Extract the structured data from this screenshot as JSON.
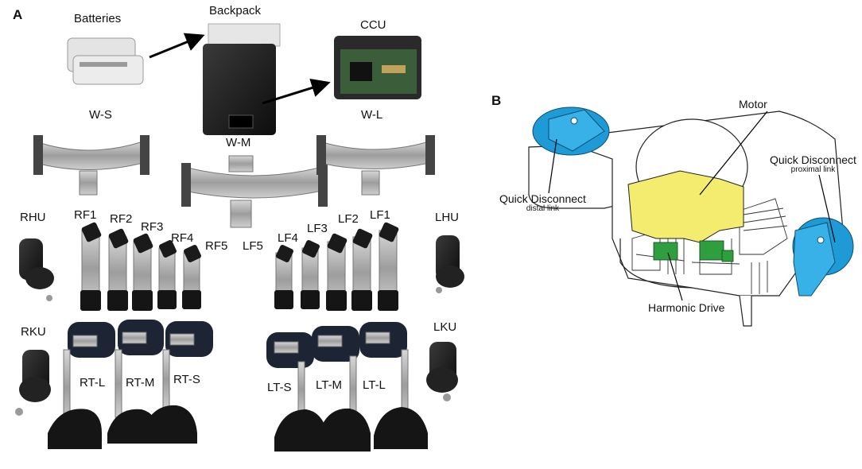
{
  "panel_a": {
    "letter": "A",
    "labels": {
      "batteries": "Batteries",
      "backpack": "Backpack",
      "ccu": "CCU",
      "ws": "W-S",
      "wm": "W-M",
      "wl": "W-L",
      "rhu": "RHU",
      "lhu": "LHU",
      "rf1": "RF1",
      "rf2": "RF2",
      "rf3": "RF3",
      "rf4": "RF4",
      "rf5": "RF5",
      "lf5": "LF5",
      "lf4": "LF4",
      "lf3": "LF3",
      "lf2": "LF2",
      "lf1": "LF1",
      "rku": "RKU",
      "lku": "LKU",
      "rtl": "RT-L",
      "rtm": "RT-M",
      "rts": "RT-S",
      "lts": "LT-S",
      "ltm": "LT-M",
      "ltl": "LT-L"
    }
  },
  "panel_b": {
    "letter": "B",
    "motor": "Motor",
    "qd_proximal_title": "Quick Disconnect",
    "qd_proximal_sub": "proximal link",
    "qd_distal_title": "Quick Disconnect",
    "qd_distal_sub": "distal link",
    "harmonic_drive": "Harmonic Drive"
  },
  "colors": {
    "quick_disconnect": "#1e9ad6",
    "motor": "#f3ec6e",
    "harmonic_drive": "#2e9e3e",
    "dark_part": "#1c1c1c",
    "metal": "#b9b9b9"
  }
}
